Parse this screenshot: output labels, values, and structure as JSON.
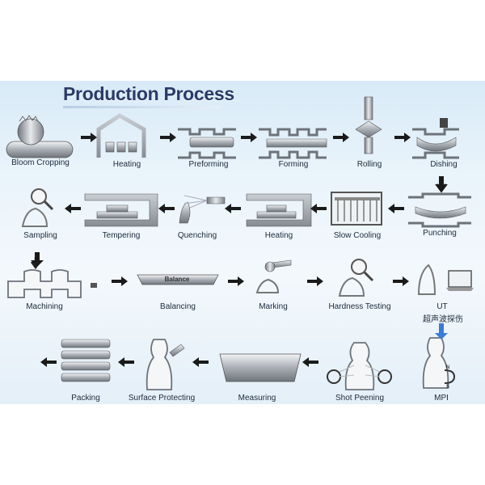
{
  "title": "Production Process",
  "steps": [
    {
      "id": "bloom-cropping",
      "label": "Bloom Cropping"
    },
    {
      "id": "heating-1",
      "label": "Heating"
    },
    {
      "id": "preforming",
      "label": "Preforming"
    },
    {
      "id": "forming",
      "label": "Forming"
    },
    {
      "id": "rolling",
      "label": "Rolling"
    },
    {
      "id": "dishing",
      "label": "Dishing"
    },
    {
      "id": "punching",
      "label": "Punching"
    },
    {
      "id": "slow-cooling",
      "label": "Slow Cooling"
    },
    {
      "id": "heating-2",
      "label": "Heating"
    },
    {
      "id": "quenching",
      "label": "Quenching"
    },
    {
      "id": "tempering",
      "label": "Tempering"
    },
    {
      "id": "sampling",
      "label": "Sampling"
    },
    {
      "id": "machining",
      "label": "Machining"
    },
    {
      "id": "balancing",
      "label": "Balancing"
    },
    {
      "id": "marking",
      "label": "Marking"
    },
    {
      "id": "hardness-testing",
      "label": "Hardness Testing"
    },
    {
      "id": "ut",
      "label": "UT",
      "sublabel": "超声波探伤"
    },
    {
      "id": "mpi",
      "label": "MPI"
    },
    {
      "id": "shot-peening",
      "label": "Shot Peening"
    },
    {
      "id": "measuring",
      "label": "Measuring"
    },
    {
      "id": "surface-protecting",
      "label": "Surface Protecting"
    },
    {
      "id": "packing",
      "label": "Packing"
    }
  ],
  "balance_plate_text": "Balance",
  "colors": {
    "title": "#2a3a68",
    "arrow": "#1a1a1a",
    "machine": "#8a8f96",
    "panel": "#e6f0f8"
  }
}
